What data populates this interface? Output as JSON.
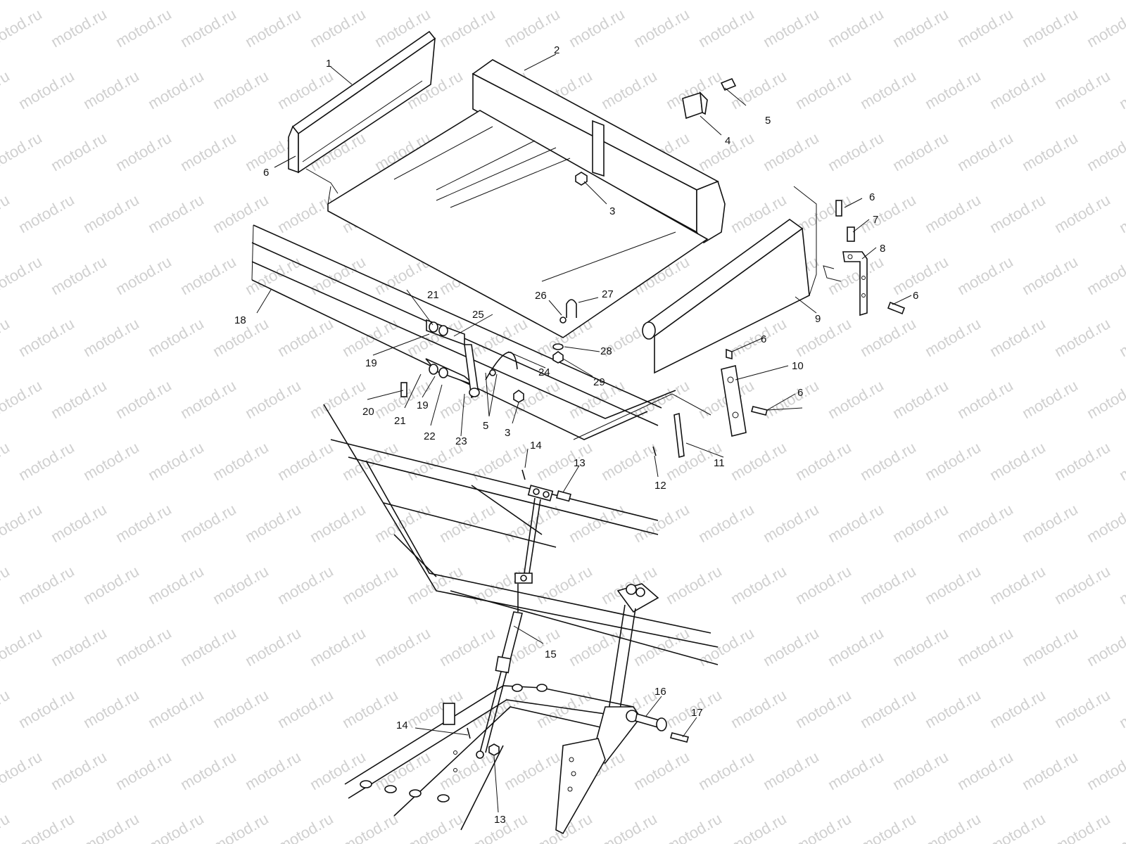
{
  "watermark": "motod.ru",
  "callouts": [
    {
      "id": "c1",
      "text": "1"
    },
    {
      "id": "c2",
      "text": "2"
    },
    {
      "id": "c3a",
      "text": "3"
    },
    {
      "id": "c3b",
      "text": "3"
    },
    {
      "id": "c4",
      "text": "4"
    },
    {
      "id": "c5a",
      "text": "5"
    },
    {
      "id": "c5b",
      "text": "5"
    },
    {
      "id": "c6a",
      "text": "6"
    },
    {
      "id": "c6b",
      "text": "6"
    },
    {
      "id": "c6c",
      "text": "6"
    },
    {
      "id": "c6d",
      "text": "6"
    },
    {
      "id": "c6e",
      "text": "6"
    },
    {
      "id": "c7",
      "text": "7"
    },
    {
      "id": "c8",
      "text": "8"
    },
    {
      "id": "c9",
      "text": "9"
    },
    {
      "id": "c10",
      "text": "10"
    },
    {
      "id": "c11",
      "text": "11"
    },
    {
      "id": "c12",
      "text": "12"
    },
    {
      "id": "c13a",
      "text": "13"
    },
    {
      "id": "c13b",
      "text": "13"
    },
    {
      "id": "c14a",
      "text": "14"
    },
    {
      "id": "c14b",
      "text": "14"
    },
    {
      "id": "c15",
      "text": "15"
    },
    {
      "id": "c16",
      "text": "16"
    },
    {
      "id": "c17",
      "text": "17"
    },
    {
      "id": "c18",
      "text": "18"
    },
    {
      "id": "c19a",
      "text": "19"
    },
    {
      "id": "c19b",
      "text": "19"
    },
    {
      "id": "c20",
      "text": "20"
    },
    {
      "id": "c21a",
      "text": "21"
    },
    {
      "id": "c21b",
      "text": "21"
    },
    {
      "id": "c22",
      "text": "22"
    },
    {
      "id": "c23",
      "text": "23"
    },
    {
      "id": "c24",
      "text": "24"
    },
    {
      "id": "c25",
      "text": "25"
    },
    {
      "id": "c26",
      "text": "26"
    },
    {
      "id": "c27",
      "text": "27"
    },
    {
      "id": "c28",
      "text": "28"
    },
    {
      "id": "c29",
      "text": "29"
    }
  ]
}
